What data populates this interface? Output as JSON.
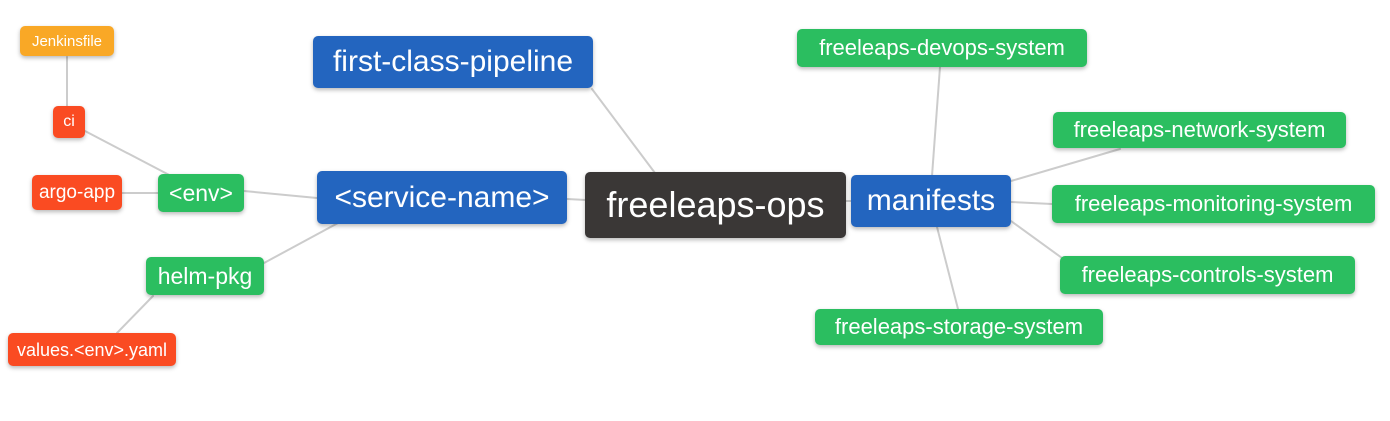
{
  "diagram": {
    "type": "mindmap",
    "root_label": "freeleaps-ops",
    "colors": {
      "blue": "#2365BF",
      "green": "#2BBE60",
      "red": "#FA4B22",
      "orange": "#F9A826",
      "dark": "#3A3736",
      "edge": "#CCCCCC",
      "text": "#FFFFFF"
    },
    "nodes": {
      "freeleaps_ops": {
        "label": "freeleaps-ops",
        "color": "#3A3736"
      },
      "first_class_pipeline": {
        "label": "first-class-pipeline",
        "color": "#2365BF"
      },
      "service_name": {
        "label": "<service-name>",
        "color": "#2365BF"
      },
      "manifests": {
        "label": "manifests",
        "color": "#2365BF"
      },
      "env": {
        "label": "<env>",
        "color": "#2BBE60"
      },
      "helm_pkg": {
        "label": "helm-pkg",
        "color": "#2BBE60"
      },
      "ci": {
        "label": "ci",
        "color": "#FA4B22"
      },
      "argo_app": {
        "label": "argo-app",
        "color": "#FA4B22"
      },
      "values_yaml": {
        "label": "values.<env>.yaml",
        "color": "#FA4B22"
      },
      "jenkinsfile": {
        "label": "Jenkinsfile",
        "color": "#F9A826"
      },
      "devops_system": {
        "label": "freeleaps-devops-system",
        "color": "#2BBE60"
      },
      "network_system": {
        "label": "freeleaps-network-system",
        "color": "#2BBE60"
      },
      "monitoring_system": {
        "label": "freeleaps-monitoring-system",
        "color": "#2BBE60"
      },
      "controls_system": {
        "label": "freeleaps-controls-system",
        "color": "#2BBE60"
      },
      "storage_system": {
        "label": "freeleaps-storage-system",
        "color": "#2BBE60"
      }
    },
    "edges": [
      [
        "jenkinsfile",
        "ci"
      ],
      [
        "ci",
        "env"
      ],
      [
        "argo_app",
        "env"
      ],
      [
        "env",
        "service_name"
      ],
      [
        "helm_pkg",
        "service_name"
      ],
      [
        "values_yaml",
        "helm_pkg"
      ],
      [
        "first_class_pipeline",
        "freeleaps_ops"
      ],
      [
        "service_name",
        "freeleaps_ops"
      ],
      [
        "freeleaps_ops",
        "manifests"
      ],
      [
        "manifests",
        "devops_system"
      ],
      [
        "manifests",
        "network_system"
      ],
      [
        "manifests",
        "monitoring_system"
      ],
      [
        "manifests",
        "controls_system"
      ],
      [
        "manifests",
        "storage_system"
      ]
    ]
  }
}
